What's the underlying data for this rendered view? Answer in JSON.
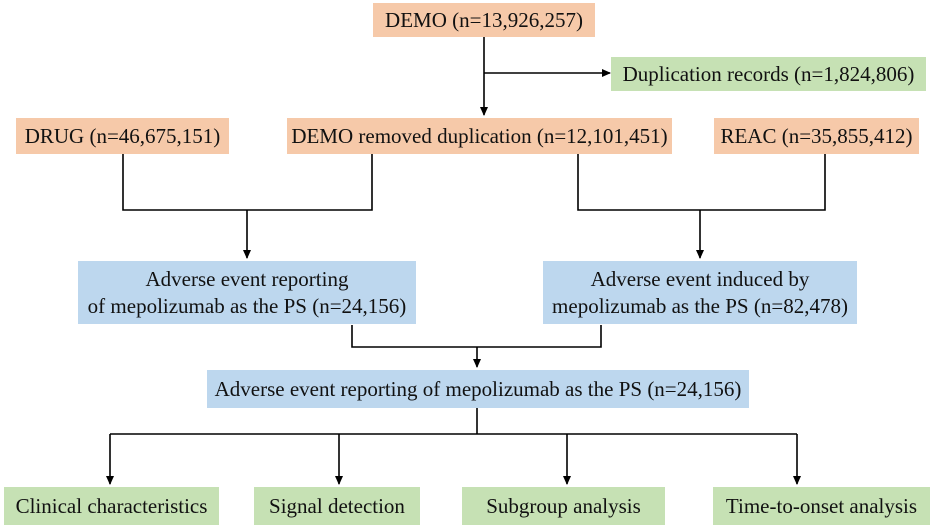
{
  "boxes": {
    "demo": "DEMO (n=13,926,257)",
    "duplication": "Duplication records (n=1,824,806)",
    "drug": "DRUG (n=46,675,151)",
    "demo_removed": "DEMO removed duplication (n=12,101,451)",
    "reac": "REAC (n=35,855,412)",
    "ae_reporting_line1": "Adverse event reporting",
    "ae_reporting_line2": "of mepolizumab as the PS (n=24,156)",
    "ae_induced_line1": "Adverse event induced by",
    "ae_induced_line2": "mepolizumab as the PS (n=82,478)",
    "ae_combined": "Adverse event reporting of mepolizumab as the PS (n=24,156)",
    "clinical": "Clinical characteristics",
    "signal": "Signal detection",
    "subgroup": "Subgroup analysis",
    "tto": "Time-to-onset analysis"
  },
  "colors": {
    "source": "#f6c9a9",
    "excluded": "#c6e1b4",
    "outcome": "#c6e1b4",
    "analysis": "#bdd7ee",
    "line": "#000000"
  }
}
